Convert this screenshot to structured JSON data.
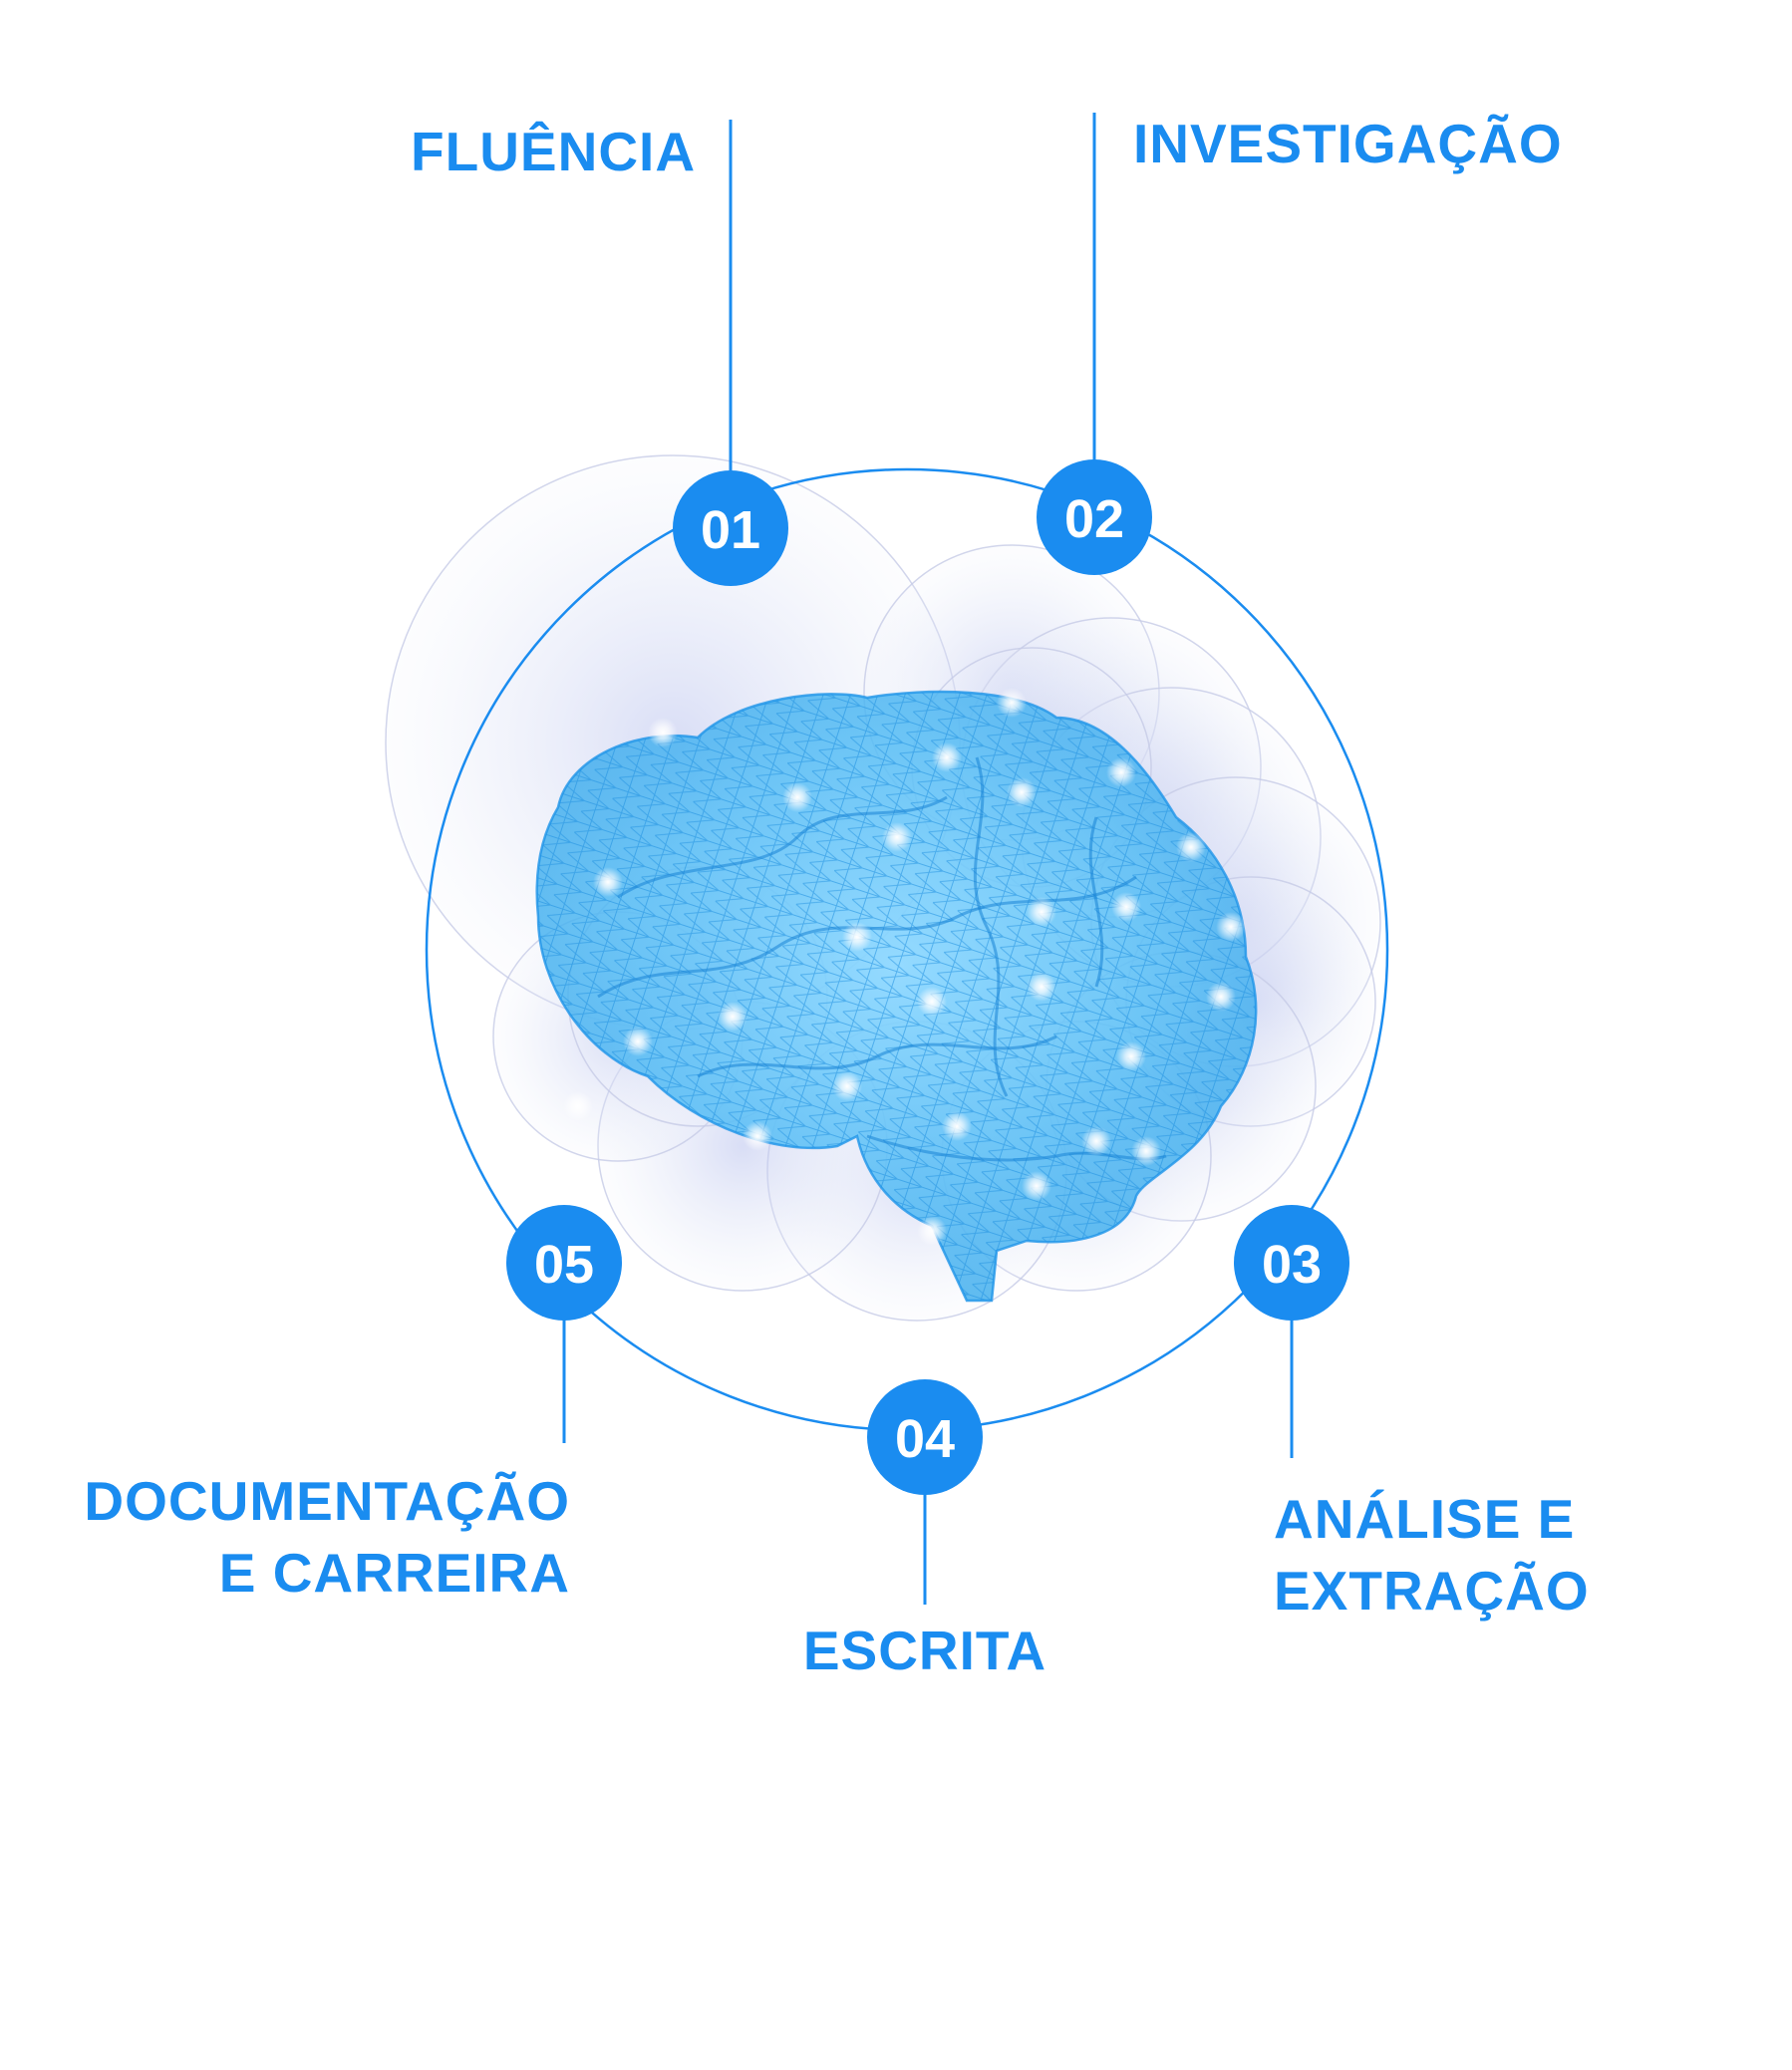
{
  "accent_color": "#1a8cf0",
  "brain_color": "#3ab4f2",
  "halo_color": "#c9d2ee",
  "steps": [
    {
      "number": "01",
      "label_lines": [
        "FLUÊNCIA"
      ]
    },
    {
      "number": "02",
      "label_lines": [
        "INVESTIGAÇÃO"
      ]
    },
    {
      "number": "03",
      "label_lines": [
        "ANÁLISE E",
        "EXTRAÇÃO"
      ]
    },
    {
      "number": "04",
      "label_lines": [
        "ESCRITA"
      ]
    },
    {
      "number": "05",
      "label_lines": [
        "DOCUMENTAÇÃO",
        "E CARREIRA"
      ]
    }
  ]
}
